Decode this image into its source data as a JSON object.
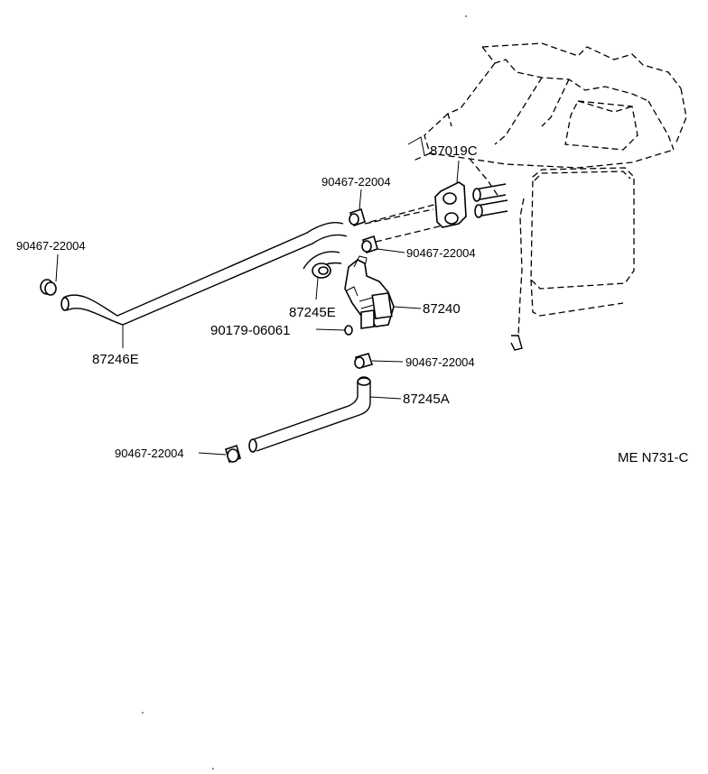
{
  "diagram": {
    "drawing_code": "ME N731-C",
    "part_labels": {
      "heater_unit_grommet": "87019C",
      "clamp_top_left": "90467-22004",
      "clamp_left_end": "90467-22004",
      "clamp_mid_right": "90467-22004",
      "hose_short_upper": "87245E",
      "water_valve": "87240",
      "bolt": "90179-06061",
      "hose_long_left": "87246E",
      "clamp_lower_right": "90467-22004",
      "hose_lower": "87245A",
      "clamp_lower_left": "90467-22004"
    }
  }
}
